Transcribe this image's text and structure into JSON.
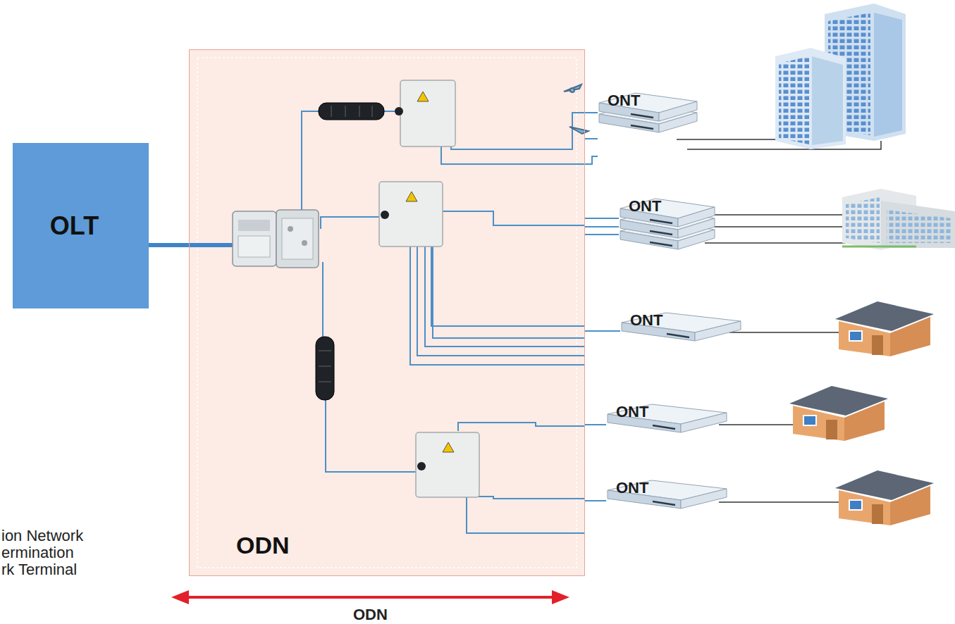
{
  "diagram": {
    "nodes": [
      {
        "text": [
          "OLT"
        ]
      },
      {
        "text": [
          "ODN"
        ]
      },
      {
        "text": [
          "ONT"
        ]
      },
      {
        "text": [
          "ONT"
        ]
      },
      {
        "text": [
          "ONT"
        ]
      },
      {
        "text": [
          "ONT"
        ]
      },
      {
        "text": [
          "ONT"
        ]
      }
    ],
    "edges": [
      {
        "from": 0,
        "to": 1,
        "arrow": "none"
      },
      {
        "from": 1,
        "to": 2,
        "arrow": "none"
      },
      {
        "from": 1,
        "to": 3,
        "arrow": "none"
      },
      {
        "from": 1,
        "to": 4,
        "arrow": "none"
      },
      {
        "from": 1,
        "to": 5,
        "arrow": "none"
      },
      {
        "from": 1,
        "to": 6,
        "arrow": "none"
      }
    ],
    "labels": [
      "ODN",
      "ion Network",
      "ermination",
      "rk Terminal"
    ]
  }
}
